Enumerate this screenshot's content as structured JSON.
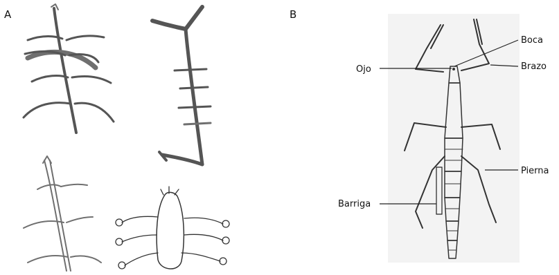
{
  "panels": {
    "a": {
      "letter": "A"
    },
    "b": {
      "letter": "B",
      "labels": {
        "boca": "Boca",
        "ojo": "Ojo",
        "brazo": "Brazo",
        "pierna": "Pierna",
        "barriga": "Barriga"
      }
    }
  }
}
